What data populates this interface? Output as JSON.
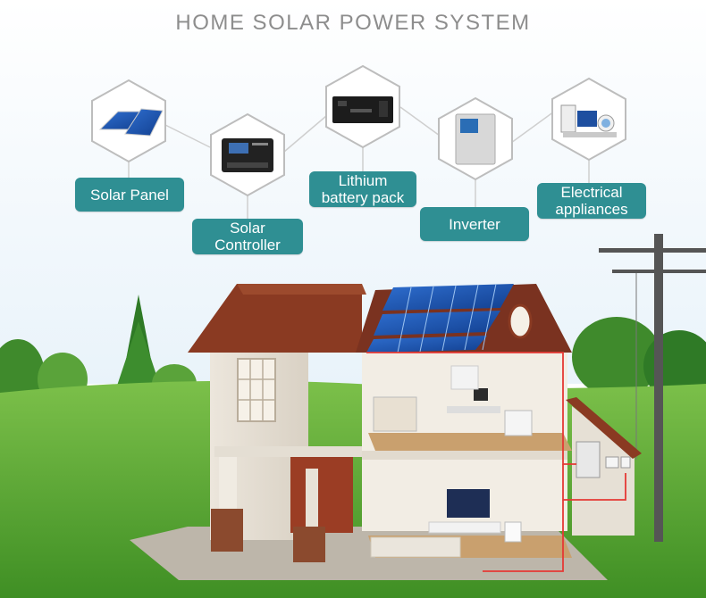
{
  "title": "HOME SOLAR POWER SYSTEM",
  "components": [
    {
      "id": "solar-panel",
      "label": "Solar Panel",
      "icon": "solar-panel-icon"
    },
    {
      "id": "solar-controller",
      "label_lines": [
        "Solar",
        "Controller"
      ],
      "icon": "charge-controller-icon"
    },
    {
      "id": "lithium-battery",
      "label_lines": [
        "Lithium",
        "battery pack"
      ],
      "icon": "battery-icon"
    },
    {
      "id": "inverter",
      "label": "Inverter",
      "icon": "inverter-icon"
    },
    {
      "id": "electrical-appliances",
      "label_lines": [
        "Electrical",
        "appliances"
      ],
      "icon": "appliances-icon"
    }
  ],
  "colors": {
    "label_bg": "#2f8f93",
    "title": "#8d8d8d",
    "hex_stroke": "#bdbdbd",
    "grass": "#4e9e2c",
    "sky": "#eef5fb",
    "roof": "#8a3a22",
    "wiring": "#e53935"
  }
}
